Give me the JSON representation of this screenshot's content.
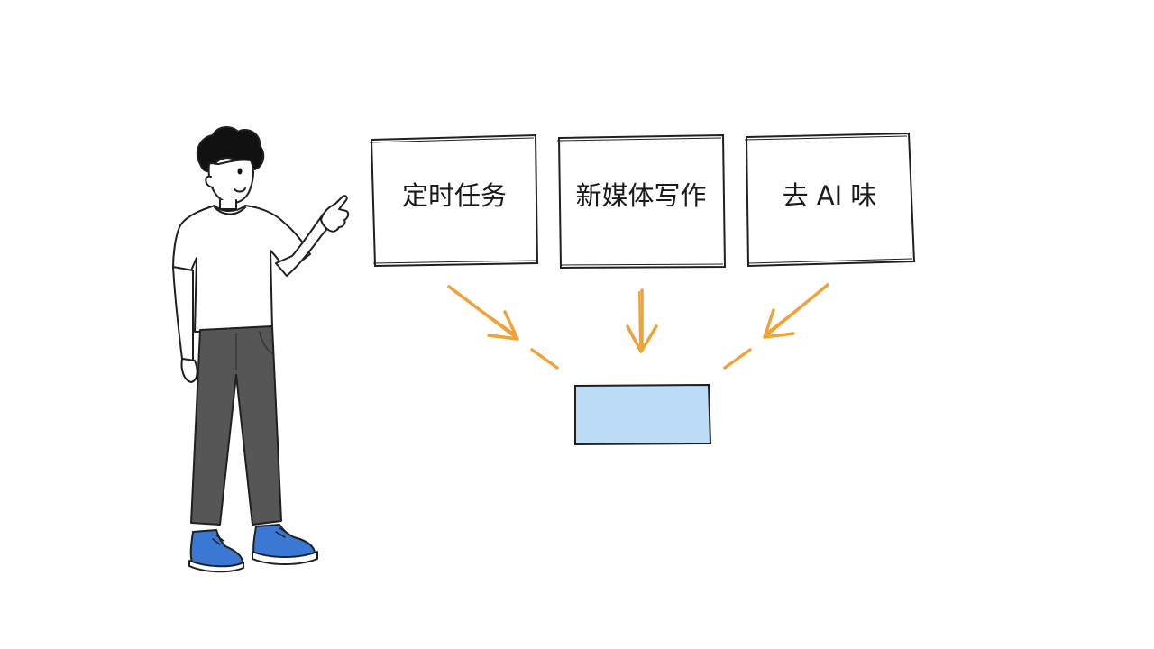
{
  "boxes": [
    {
      "label": "定时任务"
    },
    {
      "label": "新媒体写作"
    },
    {
      "label": "去 AI 味"
    }
  ],
  "colors": {
    "arrow": "#f0a23a",
    "result_fill": "#bcdcf8",
    "stroke": "#1f1f1f",
    "pants": "#565656",
    "shoes": "#3a78d4"
  }
}
